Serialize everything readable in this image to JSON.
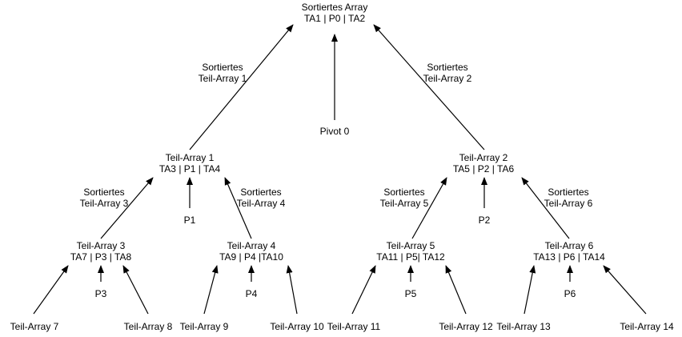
{
  "colors": {
    "stroke": "#000000",
    "text": "#000000",
    "background": "#ffffff"
  },
  "nodes": {
    "root": {
      "title": "Sortiertes Array",
      "parts": "TA1 | P0 | TA2"
    },
    "ta1": {
      "title": "Teil-Array 1",
      "parts": "TA3 | P1 | TA4"
    },
    "ta2": {
      "title": "Teil-Array 2",
      "parts": "TA5 | P2 | TA6"
    },
    "ta3": {
      "title": "Teil-Array 3",
      "parts": "TA7 | P3 | TA8"
    },
    "ta4": {
      "title": "Teil-Array 4",
      "parts": "TA9 | P4 |TA10"
    },
    "ta5": {
      "title": "Teil-Array 5",
      "parts": "TA11 | P5| TA12"
    },
    "ta6": {
      "title": "Teil-Array 6",
      "parts": "TA13 | P6 | TA14"
    }
  },
  "pivots": {
    "p0": "Pivot 0",
    "p1": "P1",
    "p2": "P2",
    "p3": "P3",
    "p4": "P4",
    "p5": "P5",
    "p6": "P6"
  },
  "edge_labels": {
    "e1": {
      "line1": "Sortiertes",
      "line2": "Teil-Array 1"
    },
    "e2": {
      "line1": "Sortiertes",
      "line2": "Teil-Array 2"
    },
    "e3": {
      "line1": "Sortiertes",
      "line2": "Teil-Array 3"
    },
    "e4": {
      "line1": "Sortiertes",
      "line2": "Teil-Array 4"
    },
    "e5": {
      "line1": "Sortiertes",
      "line2": "Teil-Array 5"
    },
    "e6": {
      "line1": "Sortiertes",
      "line2": "Teil-Array 6"
    }
  },
  "leaves": {
    "ta7": "Teil-Array 7",
    "ta8": "Teil-Array 8",
    "ta9": "Teil-Array 9",
    "ta10": "Teil-Array 10",
    "ta11": "Teil-Array 11",
    "ta12": "Teil-Array 12",
    "ta13": "Teil-Array 13",
    "ta14": "Teil-Array 14"
  }
}
